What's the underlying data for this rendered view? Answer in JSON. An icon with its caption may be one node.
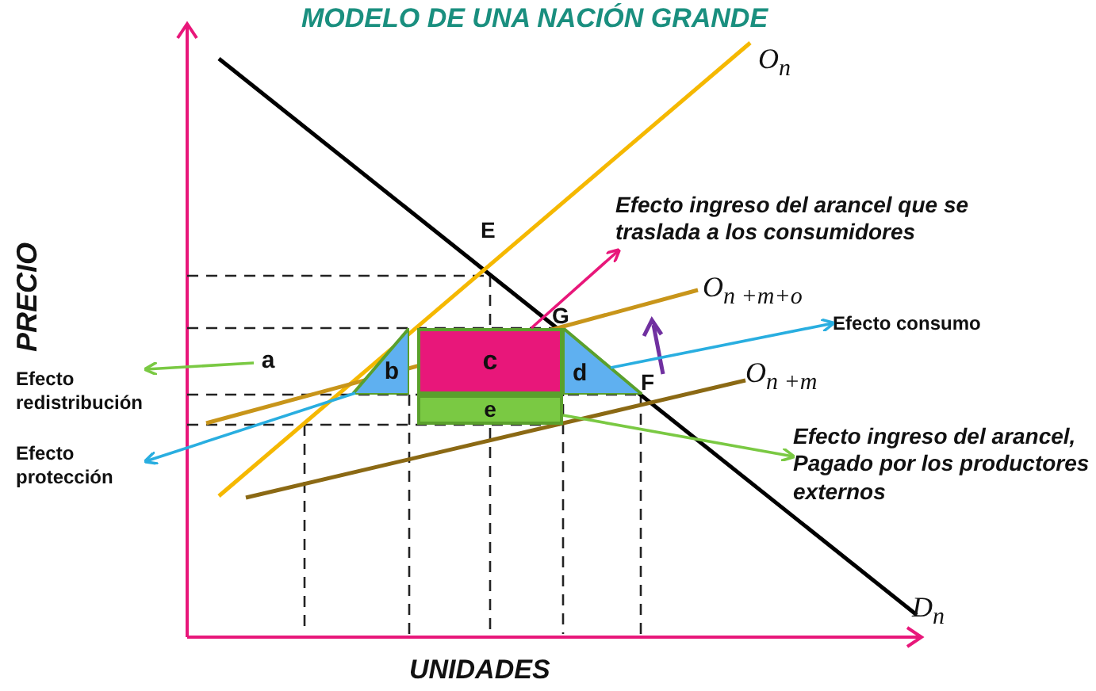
{
  "diagram": {
    "title": "MODELO DE UNA NACIÓN GRANDE",
    "nodes": [
      {
        "text": [
          "Efecto ingreso del arancel que se traslada a los consumidores"
        ]
      },
      {
        "text": [
          "Efecto consumo"
        ]
      },
      {
        "text": [
          "a"
        ]
      },
      {
        "text": [
          "c"
        ]
      },
      {
        "text": [
          "Efecto redistribución"
        ]
      },
      {
        "text": [
          "b"
        ]
      },
      {
        "text": [
          "d"
        ]
      },
      {
        "text": [
          "e"
        ]
      },
      {
        "text": [
          "Efecto ingreso del arancel, Pagado por los productores externos"
        ]
      },
      {
        "text": [
          "Efecto protección"
        ]
      }
    ],
    "edges": [
      {
        "from": 3,
        "to": 0,
        "arrow": "to",
        "color": "#e8177a"
      },
      {
        "from": 6,
        "to": 1,
        "arrow": "to",
        "color": "#29aee0"
      },
      {
        "from": 2,
        "to": 4,
        "arrow": "to",
        "color": "#7ac943"
      },
      {
        "from": 5,
        "to": 9,
        "arrow": "to",
        "color": "#29aee0"
      },
      {
        "from": 7,
        "to": 8,
        "arrow": "to",
        "color": "#7ac943"
      }
    ],
    "labels": [
      "O$_{n}$",
      "E",
      "O$_{n +m+o}$",
      "G",
      "O$_{n +m}$",
      "F",
      "PRECIO",
      "D$_{n}$",
      "UNIDADES"
    ]
  }
}
